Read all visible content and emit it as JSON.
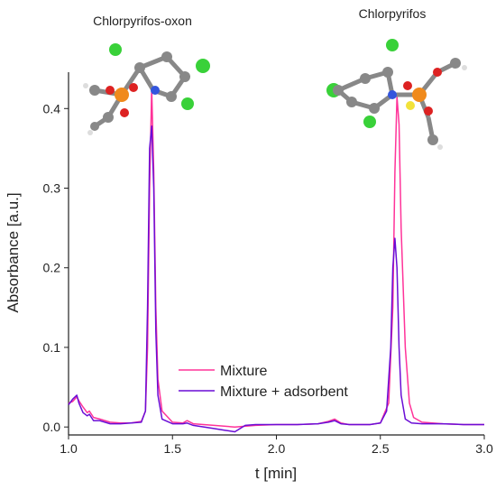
{
  "chart_data": {
    "type": "line",
    "xlabel": "t [min]",
    "ylabel": "Absorbance [a.u.]",
    "xlim": [
      1.0,
      3.0
    ],
    "ylim": [
      -0.01,
      0.44
    ],
    "xticks": [
      "1.0",
      "1.5",
      "2.0",
      "2.5",
      "3.0"
    ],
    "yticks": [
      "0.0",
      "0.1",
      "0.2",
      "0.3",
      "0.4"
    ],
    "grid": false,
    "legend_position": "bottom-center",
    "annotations": [
      {
        "text": "Chlorpyrifos-oxon",
        "near_x": 1.4
      },
      {
        "text": "Chlorpyrifos",
        "near_x": 2.57
      }
    ],
    "series": [
      {
        "name": "Mixture",
        "color": "#ff3399",
        "x": [
          1.0,
          1.02,
          1.04,
          1.05,
          1.07,
          1.09,
          1.1,
          1.12,
          1.15,
          1.2,
          1.25,
          1.3,
          1.35,
          1.37,
          1.38,
          1.39,
          1.4,
          1.41,
          1.42,
          1.43,
          1.45,
          1.5,
          1.55,
          1.57,
          1.6,
          1.7,
          1.8,
          1.9,
          2.0,
          2.1,
          2.2,
          2.25,
          2.28,
          2.31,
          2.35,
          2.4,
          2.45,
          2.5,
          2.54,
          2.56,
          2.57,
          2.58,
          2.59,
          2.6,
          2.62,
          2.64,
          2.66,
          2.7,
          2.8,
          2.9,
          3.0
        ],
        "y": [
          0.03,
          0.032,
          0.038,
          0.033,
          0.025,
          0.018,
          0.02,
          0.012,
          0.01,
          0.006,
          0.005,
          0.005,
          0.007,
          0.02,
          0.1,
          0.3,
          0.425,
          0.32,
          0.15,
          0.06,
          0.02,
          0.006,
          0.005,
          0.008,
          0.004,
          0.002,
          0.0,
          0.002,
          0.003,
          0.003,
          0.004,
          0.007,
          0.01,
          0.005,
          0.003,
          0.003,
          0.003,
          0.005,
          0.03,
          0.15,
          0.32,
          0.415,
          0.38,
          0.25,
          0.1,
          0.03,
          0.012,
          0.006,
          0.004,
          0.003,
          0.003
        ]
      },
      {
        "name": "Mixture + adsorbent",
        "color": "#6a0dd6",
        "x": [
          1.0,
          1.02,
          1.04,
          1.05,
          1.07,
          1.09,
          1.1,
          1.12,
          1.15,
          1.2,
          1.25,
          1.3,
          1.35,
          1.37,
          1.38,
          1.39,
          1.4,
          1.41,
          1.42,
          1.43,
          1.45,
          1.5,
          1.55,
          1.57,
          1.6,
          1.7,
          1.75,
          1.8,
          1.85,
          1.9,
          2.0,
          2.1,
          2.2,
          2.25,
          2.28,
          2.31,
          2.35,
          2.4,
          2.45,
          2.5,
          2.53,
          2.55,
          2.56,
          2.57,
          2.58,
          2.59,
          2.6,
          2.62,
          2.65,
          2.7,
          2.8,
          2.9,
          3.0
        ],
        "y": [
          0.028,
          0.035,
          0.04,
          0.03,
          0.018,
          0.014,
          0.016,
          0.008,
          0.008,
          0.004,
          0.004,
          0.005,
          0.006,
          0.02,
          0.15,
          0.35,
          0.378,
          0.3,
          0.12,
          0.04,
          0.01,
          0.004,
          0.004,
          0.005,
          0.002,
          -0.002,
          -0.004,
          -0.006,
          0.002,
          0.003,
          0.003,
          0.003,
          0.004,
          0.006,
          0.008,
          0.004,
          0.003,
          0.003,
          0.003,
          0.005,
          0.02,
          0.1,
          0.2,
          0.237,
          0.2,
          0.1,
          0.04,
          0.01,
          0.005,
          0.004,
          0.004,
          0.003,
          0.003
        ]
      }
    ]
  }
}
